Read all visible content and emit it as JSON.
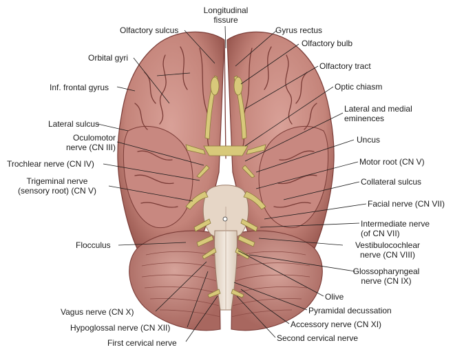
{
  "labels": {
    "longitudinal_fissure": [
      "Longitudinal",
      "fissure"
    ],
    "olfactory_sulcus": "Olfactory sulcus",
    "gyrus_rectus": "Gyrus rectus",
    "olfactory_bulb": "Olfactory bulb",
    "orbital_gyri": "Orbital gyri",
    "olfactory_tract": "Olfactory tract",
    "inf_frontal_gyrus": "Inf. frontal gyrus",
    "optic_chiasm": "Optic chiasm",
    "lateral_medial_eminences": [
      "Lateral and medial",
      "eminences"
    ],
    "lateral_sulcus": "Lateral sulcus",
    "oculomotor_nerve": [
      "Oculomotor",
      "nerve (CN III)"
    ],
    "uncus": "Uncus",
    "trochlear_nerve": "Trochlear nerve (CN IV)",
    "motor_root": "Motor root (CN V)",
    "trigeminal_nerve": [
      "Trigeminal nerve",
      "(sensory root) (CN V)"
    ],
    "collateral_sulcus": "Collateral sulcus",
    "facial_nerve": "Facial nerve (CN VII)",
    "intermediate_nerve": [
      "Intermediate nerve",
      "(of CN VII)"
    ],
    "flocculus": "Flocculus",
    "vestibulocochlear_nerve": [
      "Vestibulocochlear",
      "nerve (CN VIII)"
    ],
    "glossopharyngeal_nerve": [
      "Glossopharyngeal",
      "nerve (CN IX)"
    ],
    "olive": "Olive",
    "vagus_nerve": "Vagus nerve (CN X)",
    "pyramidal_decussation": "Pyramidal decussation",
    "hypoglossal_nerve": "Hypoglossal nerve (CN XII)",
    "accessory_nerve": "Accessory nerve (CN XI)",
    "first_cervical_nerve": "First cervical nerve",
    "second_cervical_nerve": "Second cervical nerve"
  },
  "colors": {
    "cortex": "#c98a7f",
    "cortex_dark": "#9b5a52",
    "sulcus": "#7a3b36",
    "cerebellum": "#c58f86",
    "nerve": "#d8c97a",
    "brainstem": "#efe3d6",
    "label_text": "#1a1a1a"
  }
}
